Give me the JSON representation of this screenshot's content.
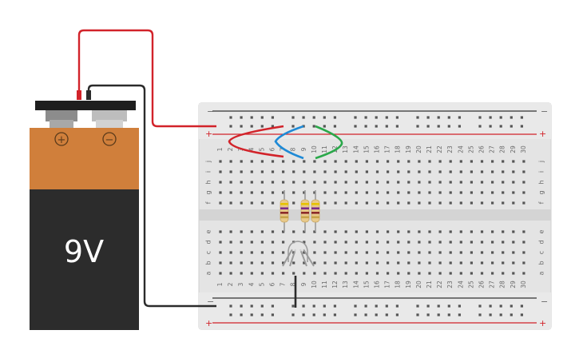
{
  "battery": {
    "voltage_label": "9V",
    "plus_symbol": "+",
    "minus_symbol": "−",
    "colors": {
      "top": "#d07f3b",
      "body": "#2c2c2c",
      "cap": "#1e1e1e",
      "label": "#ffffff"
    }
  },
  "breadboard": {
    "columns": 30,
    "rows_top": [
      "j",
      "i",
      "h",
      "g",
      "f"
    ],
    "rows_bottom": [
      "e",
      "d",
      "c",
      "b",
      "a"
    ],
    "rail_plus": "+",
    "rail_minus": "−",
    "rail_colors": {
      "positive": "#d2232a",
      "negative": "#333333"
    },
    "body_color": "#e3e3e3"
  },
  "components": {
    "resistors": [
      {
        "name": "resistor-1",
        "bands": [
          "#e6c200",
          "#7a2a8a",
          "#8b2a2a",
          "#c7a34a"
        ]
      },
      {
        "name": "resistor-2",
        "bands": [
          "#e6c200",
          "#7a2a8a",
          "#8b2a2a",
          "#c7a34a"
        ]
      },
      {
        "name": "resistor-3",
        "bands": [
          "#e6c200",
          "#7a2a8a",
          "#8b2a2a",
          "#c7a34a"
        ]
      }
    ],
    "rgb_led": {
      "name": "rgb-led"
    },
    "wires": [
      {
        "name": "wire-red-battery",
        "color": "#d2232a"
      },
      {
        "name": "wire-black-battery",
        "color": "#2b2b2b"
      },
      {
        "name": "wire-red-jumper",
        "color": "#d2232a"
      },
      {
        "name": "wire-blue-jumper",
        "color": "#1f8ad6"
      },
      {
        "name": "wire-green-jumper",
        "color": "#2aa84a"
      },
      {
        "name": "wire-black-ground",
        "color": "#2b2b2b"
      }
    ]
  }
}
